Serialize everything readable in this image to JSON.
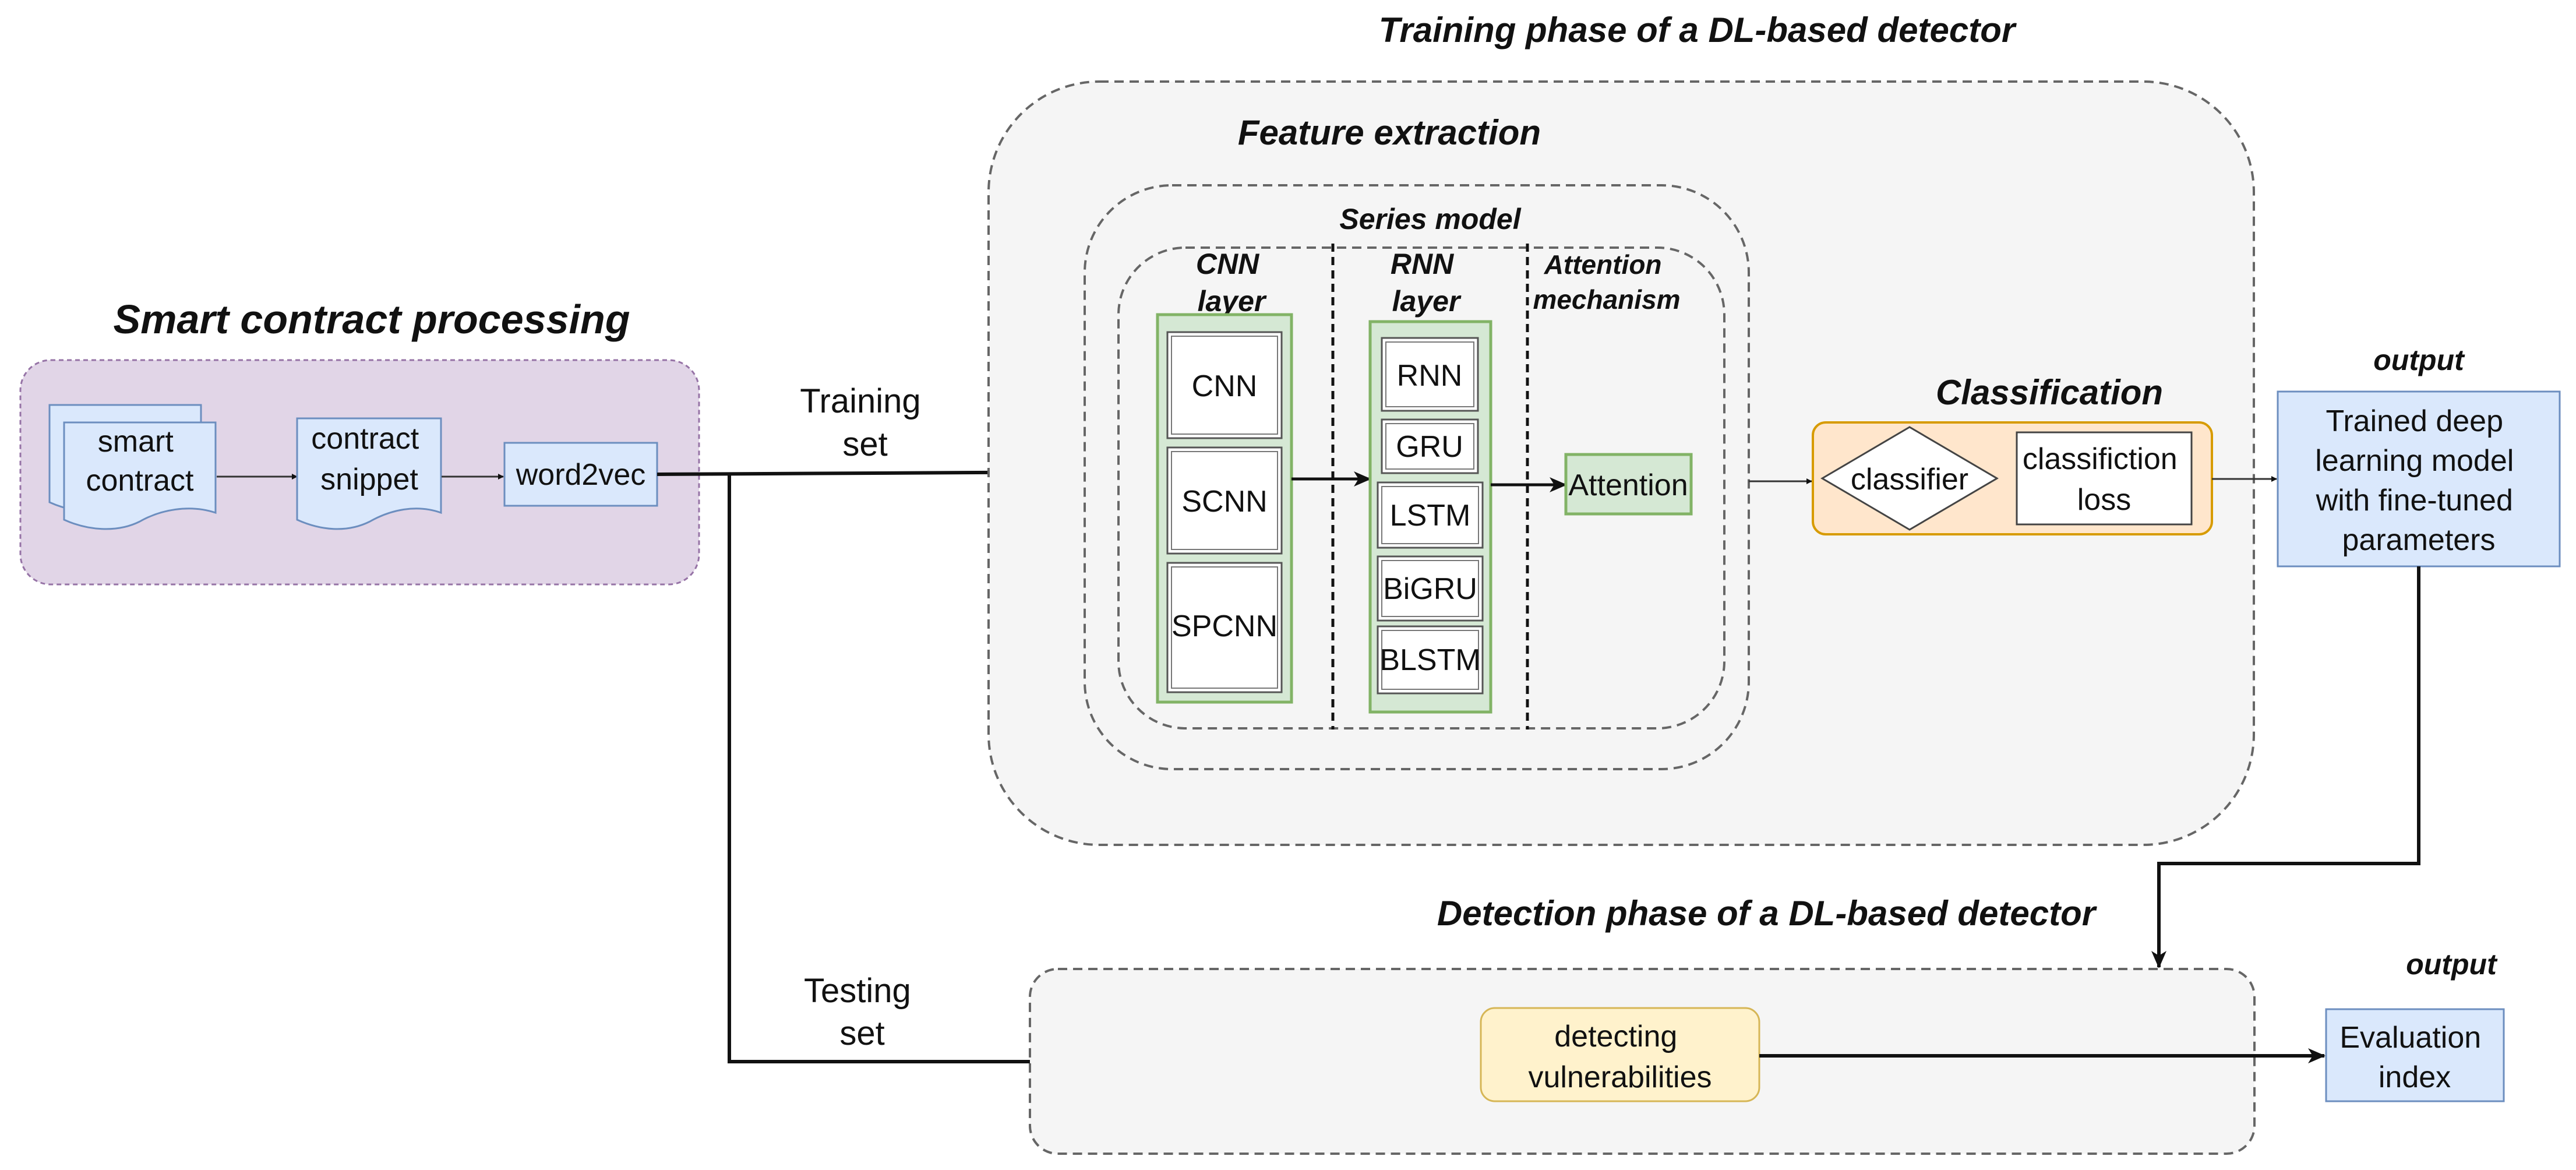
{
  "colors": {
    "processing_panel": "#e1d5e7",
    "processing_border": "#9673a6",
    "blue_box": "#dae8fc",
    "blue_border": "#6c8ebf",
    "green_box": "#d5e8d4",
    "green_border": "#82b366",
    "orange_box": "#ffe6cc",
    "orange_border": "#d79b00",
    "yellow_box": "#fff2cc",
    "yellow_border": "#d6b656",
    "phase_panel": "#f5f5f5",
    "dashed_border": "#666666"
  },
  "processing": {
    "title": "Smart contract processing",
    "smart_contract": [
      "smart",
      "contract"
    ],
    "contract_snippet": [
      "contract",
      "snippet"
    ],
    "word2vec": "word2vec"
  },
  "edges": {
    "training_set": [
      "Training",
      "set"
    ],
    "testing_set": [
      "Testing",
      "set"
    ]
  },
  "training_phase": {
    "title": "Training phase of a DL-based  detector",
    "feature_extraction": {
      "title": "Feature extraction",
      "series_model": {
        "title": "Series model",
        "cnn_layer": {
          "title": [
            "CNN",
            "layer"
          ],
          "items": [
            "CNN",
            "SCNN",
            "SPCNN"
          ]
        },
        "rnn_layer": {
          "title": [
            "RNN",
            "layer"
          ],
          "items": [
            "RNN",
            "GRU",
            "LSTM",
            "BiGRU",
            "BLSTM"
          ]
        },
        "attention": {
          "title": [
            "Attention",
            "mechanism"
          ],
          "box": "Attention"
        }
      }
    },
    "classification": {
      "title": "Classification",
      "classifier": "classifier",
      "loss": [
        "classifiction",
        "loss"
      ]
    }
  },
  "output_training": {
    "label": "output",
    "box": [
      "Trained deep",
      "learning model",
      "with fine-tuned",
      "parameters"
    ]
  },
  "detection_phase": {
    "title": "Detection phase of a DL-based  detector",
    "detecting": [
      "detecting",
      "vulnerabilities"
    ]
  },
  "output_detection": {
    "label": "output",
    "box": [
      "Evaluation",
      "index"
    ]
  }
}
